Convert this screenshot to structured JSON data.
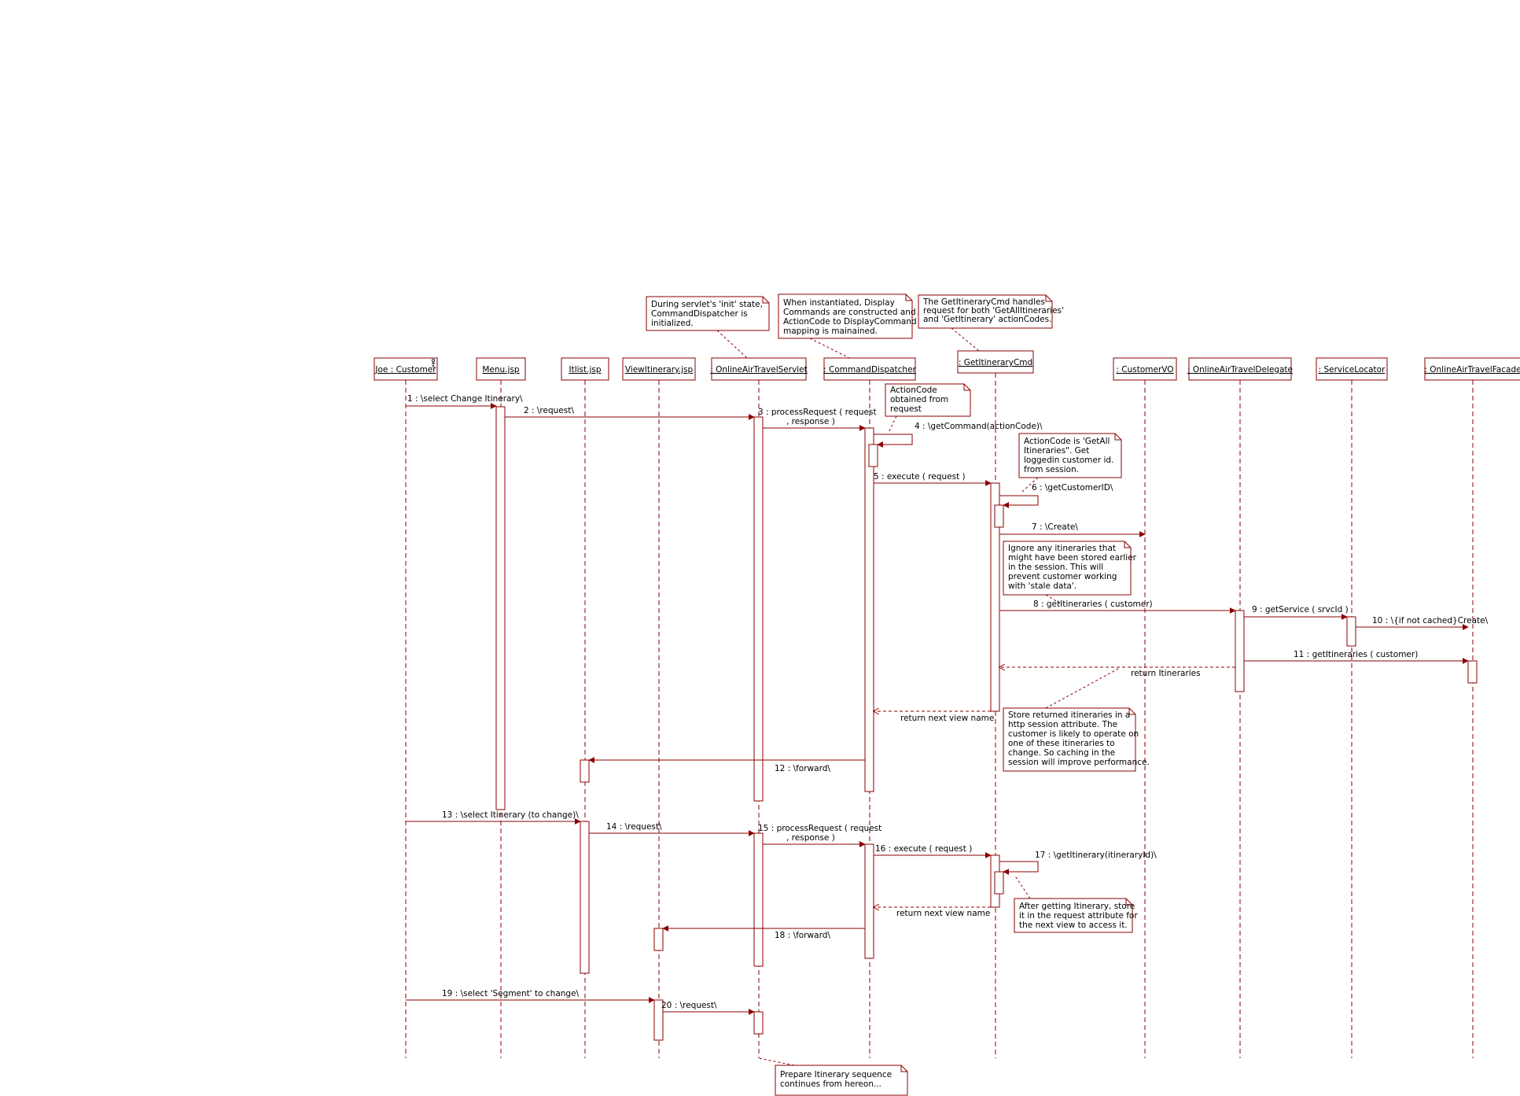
{
  "accent_color": "#8b0000",
  "objects": [
    {
      "id": "joe",
      "label": "Joe : Customer",
      "actor_icon": "stick-figure-icon"
    },
    {
      "id": "menu",
      "label": "Menu.jsp"
    },
    {
      "id": "itlist",
      "label": "Itlist.jsp"
    },
    {
      "id": "viewit",
      "label": "ViewItinerary.jsp"
    },
    {
      "id": "servlet",
      "label": ": OnlineAirTravelServlet"
    },
    {
      "id": "dispatcher",
      "label": ": CommandDispatcher"
    },
    {
      "id": "getcmd",
      "label": ": GetItineraryCmd"
    },
    {
      "id": "custvo",
      "label": ": CustomerVO"
    },
    {
      "id": "delegate",
      "label": ": OnlineAirTravelDelegate"
    },
    {
      "id": "locator",
      "label": ": ServiceLocator"
    },
    {
      "id": "facade",
      "label": ": OnlineAirTravelFacade"
    }
  ],
  "messages": [
    {
      "n": "1",
      "text": "1 : \\select Change Itinerary\\"
    },
    {
      "n": "2",
      "text": "2 : \\request\\"
    },
    {
      "n": "3a",
      "text": "3 : processRequest ( request"
    },
    {
      "n": "3b",
      "text": ", response )"
    },
    {
      "n": "4",
      "text": "4 : \\getCommand(actionCode)\\"
    },
    {
      "n": "5",
      "text": "5 : execute ( request )"
    },
    {
      "n": "6",
      "text": "6 : \\getCustomerID\\"
    },
    {
      "n": "7",
      "text": "7 : \\Create\\"
    },
    {
      "n": "8",
      "text": "8 : getItineraries ( customer)"
    },
    {
      "n": "9",
      "text": "9 : getService ( srvcId )"
    },
    {
      "n": "10",
      "text": "10 : \\{if not cached}Create\\"
    },
    {
      "n": "11",
      "text": "11 : getItineraries ( customer)"
    },
    {
      "n": "r1",
      "text": "return Itineraries"
    },
    {
      "n": "r2",
      "text": "return next view name"
    },
    {
      "n": "12",
      "text": "12 : \\forward\\"
    },
    {
      "n": "13",
      "text": "13 : \\select Itinerary (to change)\\"
    },
    {
      "n": "14",
      "text": "14 : \\request\\"
    },
    {
      "n": "15a",
      "text": "15 : processRequest ( request"
    },
    {
      "n": "15b",
      "text": ", response )"
    },
    {
      "n": "16",
      "text": "16 : execute ( request )"
    },
    {
      "n": "17",
      "text": "17 : \\getItinerary(itineraryId)\\"
    },
    {
      "n": "r3",
      "text": "return next view name"
    },
    {
      "n": "18",
      "text": "18 : \\forward\\"
    },
    {
      "n": "19",
      "text": "19 : \\select 'Segment' to change\\"
    },
    {
      "n": "20",
      "text": "20 : \\request\\"
    }
  ],
  "notes": [
    {
      "id": "n1",
      "lines": [
        "During servlet's 'init' state,",
        "CommandDispatcher is",
        "initialized."
      ]
    },
    {
      "id": "n2",
      "lines": [
        "When instantiated, Display",
        "Commands are constructed and",
        "ActionCode to DisplayCommand",
        "mapping is mainained."
      ]
    },
    {
      "id": "n3",
      "lines": [
        "The GetItineraryCmd handles",
        "request for both 'GetAllItineraries'",
        "and 'GetItinerary' actionCodes."
      ]
    },
    {
      "id": "n4",
      "lines": [
        "ActionCode",
        "obtained from",
        "request"
      ]
    },
    {
      "id": "n5",
      "lines": [
        "ActionCode is 'GetAll",
        "Itineraries\".  Get",
        "loggedin customer id.",
        "from session."
      ]
    },
    {
      "id": "n6",
      "lines": [
        "Ignore any itineraries that",
        "might have been stored earlier",
        "in the session.  This will",
        "prevent customer working",
        "with 'stale data'."
      ]
    },
    {
      "id": "n7",
      "lines": [
        "Store returned itineraries in a",
        "http session attribute.  The",
        "customer is likely to operate on",
        "one of these itineraries to",
        "change. So caching in the",
        "session will improve performance."
      ]
    },
    {
      "id": "n8",
      "lines": [
        "After getting Itinerary, store",
        "it in the request attribute for",
        "the next view to access it."
      ]
    },
    {
      "id": "n9",
      "lines": [
        "Prepare Itinerary sequence",
        "continues from hereon..."
      ]
    }
  ]
}
